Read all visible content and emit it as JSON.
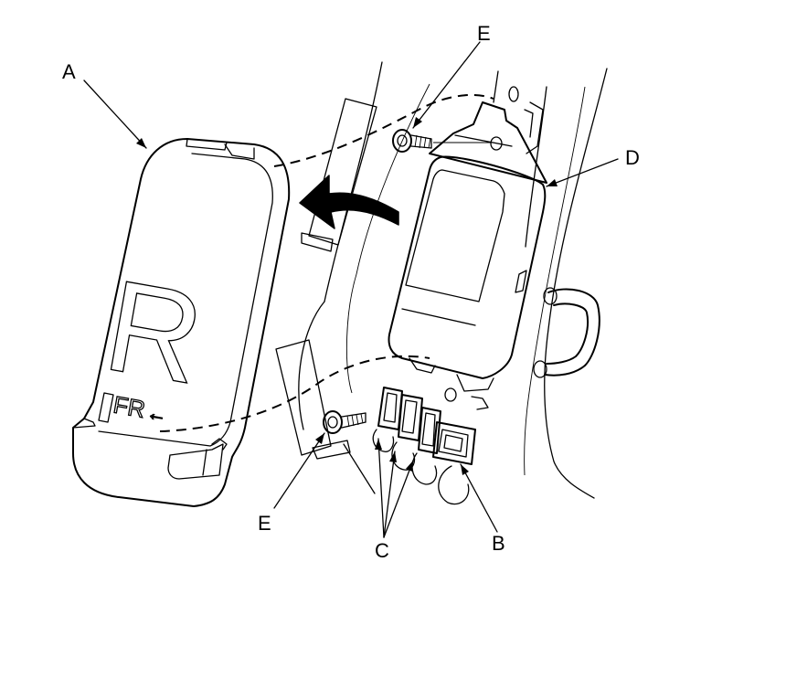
{
  "labels": {
    "a": "A",
    "b": "B",
    "c": "C",
    "d": "D",
    "e_top": "E",
    "e_bottom": "E"
  },
  "cover": {
    "big_letter": "R",
    "direction_text": "FR",
    "direction_arrow": "←"
  },
  "colors": {
    "line": "#000000",
    "background": "#ffffff"
  }
}
